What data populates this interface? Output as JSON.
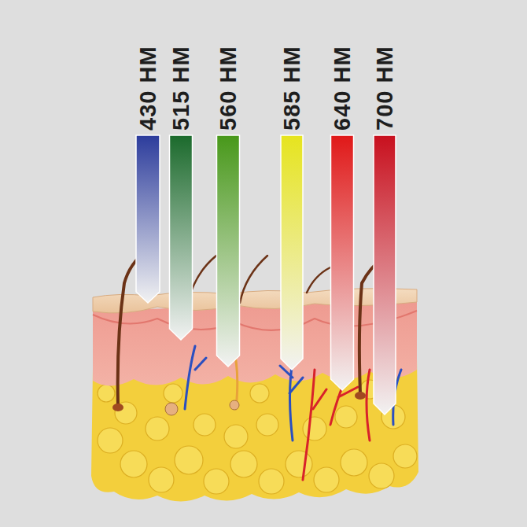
{
  "diagram": {
    "labels": [
      "430 НМ",
      "515 НМ",
      "560 НМ",
      "585 НМ",
      "640 НМ",
      "700 НМ"
    ]
  }
}
